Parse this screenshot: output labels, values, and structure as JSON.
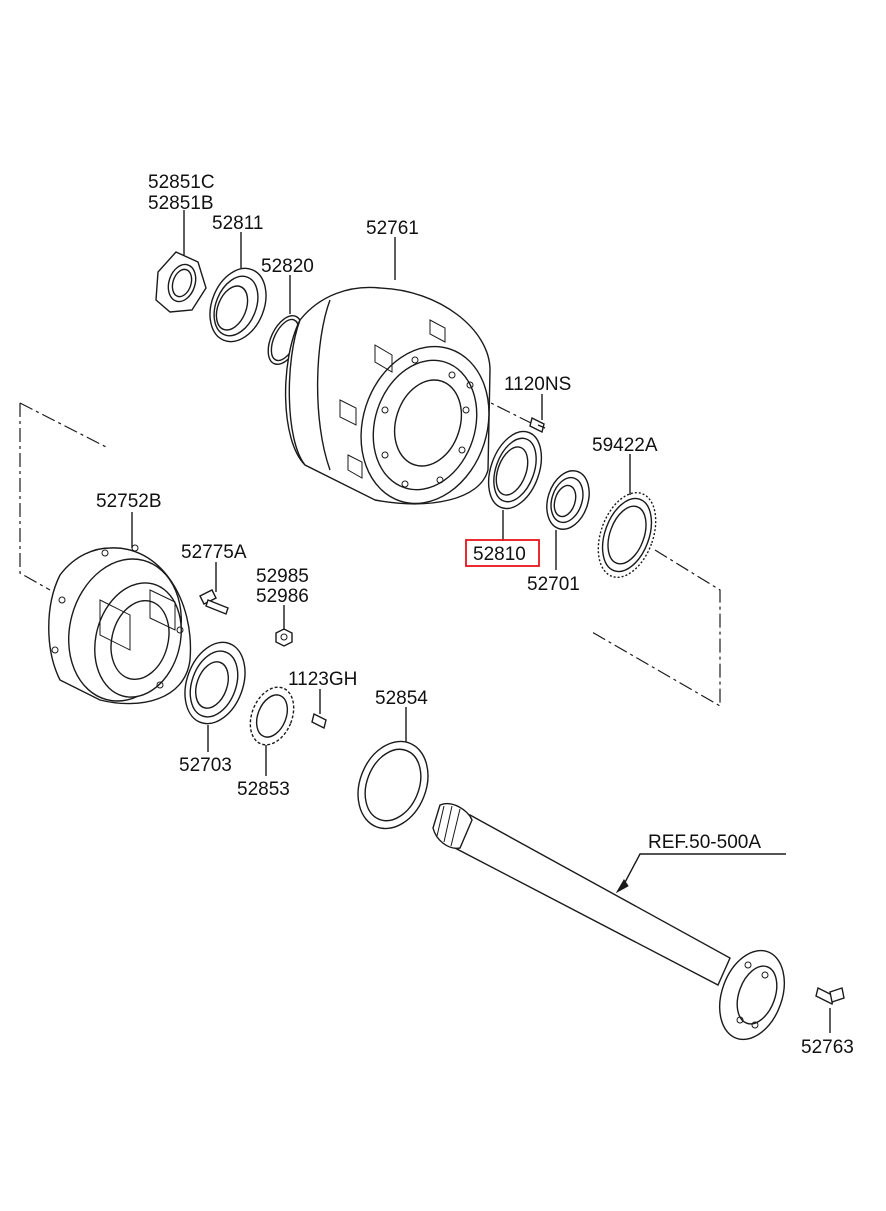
{
  "parts": {
    "p52851C": "52851C",
    "p52851B": "52851B",
    "p52811": "52811",
    "p52820": "52820",
    "p52761": "52761",
    "p1120NS": "1120NS",
    "p59422A": "59422A",
    "p52810": "52810",
    "p52701": "52701",
    "p52752B": "52752B",
    "p52775A": "52775A",
    "p52985": "52985",
    "p52986": "52986",
    "p1123GH": "1123GH",
    "p52854": "52854",
    "p52703": "52703",
    "p52853": "52853",
    "ref": "REF.50-500A",
    "p52763": "52763"
  },
  "highlight": {
    "part": "52810",
    "color": "#e8141c"
  }
}
